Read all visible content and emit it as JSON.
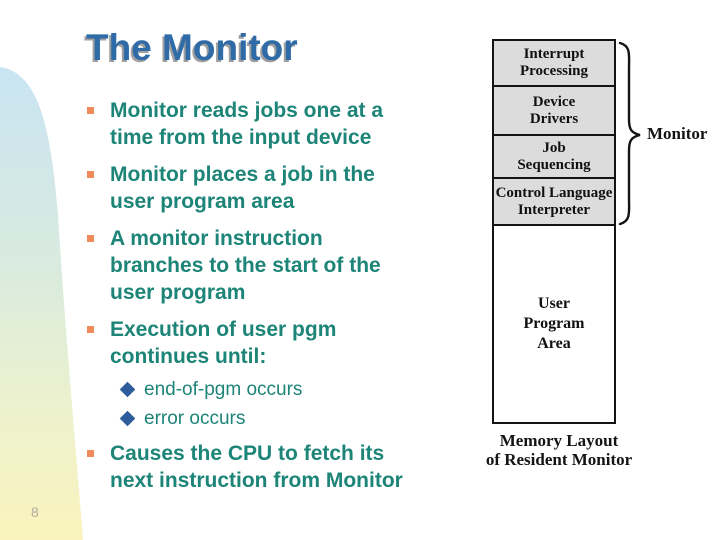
{
  "slide": {
    "title": "The Monitor",
    "page_number": "8"
  },
  "content": {
    "bullets": [
      {
        "level": 1,
        "text": "Monitor reads jobs one at a\ntime from the input device"
      },
      {
        "level": 1,
        "text": "Monitor places a job in the\nuser program area"
      },
      {
        "level": 1,
        "text": "A monitor instruction\nbranches to the start of the\nuser program"
      },
      {
        "level": 1,
        "text": "Execution of user pgm\ncontinues until:"
      },
      {
        "level": 2,
        "text": "end-of-pgm occurs"
      },
      {
        "level": 2,
        "text": "error occurs"
      },
      {
        "level": 1,
        "text": "Causes the CPU to fetch its\nnext instruction from Monitor"
      }
    ]
  },
  "diagram": {
    "boxes": [
      {
        "label": "Interrupt\nProcessing",
        "fill": "gray"
      },
      {
        "label": "Device\nDrivers",
        "fill": "gray"
      },
      {
        "label": "Job\nSequencing",
        "fill": "gray"
      },
      {
        "label": "Control Language\nInterpreter",
        "fill": "gray"
      },
      {
        "label": "User\nProgram\nArea",
        "fill": "white"
      }
    ],
    "brace_label": "Monitor",
    "caption": "Memory Layout\nof Resident Monitor"
  },
  "colors": {
    "title_blue": "#2f6ba6",
    "title_shadow_gray": "#9f9f9f",
    "body_teal": "#1d8478",
    "bullet_orange": "#ee8a5c",
    "diamond_blue": "#2e5c9c",
    "box_fill_gray": "#dcdcdc",
    "box_border_black": "#141414",
    "band_top_blue": "#c9e4f3",
    "band_mid_green": "#d9ebdf",
    "band_bottom_yellow": "#faf3bd",
    "page_number_gray": "#b2ab9d"
  }
}
